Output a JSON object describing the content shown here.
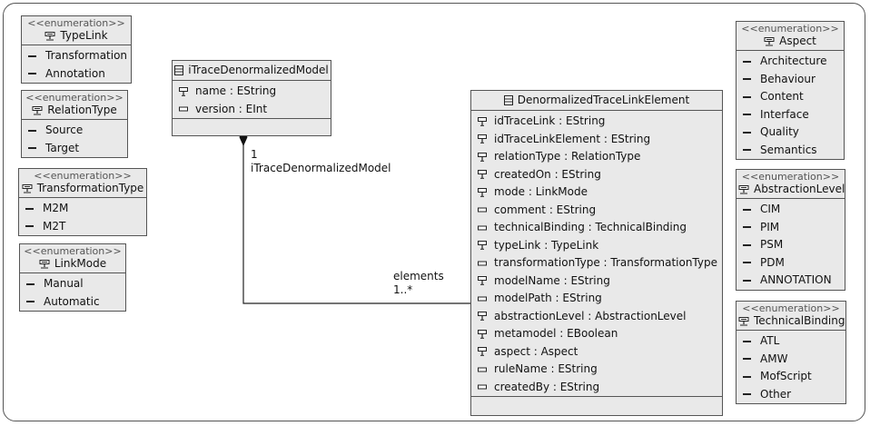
{
  "stereotype": "<<enumeration>>",
  "enums": {
    "typelink": {
      "name": "TypeLink",
      "literals": [
        "Transformation",
        "Annotation"
      ]
    },
    "relationtype": {
      "name": "RelationType",
      "literals": [
        "Source",
        "Target"
      ]
    },
    "transformationtype": {
      "name": "TransformationType",
      "literals": [
        "M2M",
        "M2T"
      ]
    },
    "linkmode": {
      "name": "LinkMode",
      "literals": [
        "Manual",
        "Automatic"
      ]
    },
    "aspect": {
      "name": "Aspect",
      "literals": [
        "Architecture",
        "Behaviour",
        "Content",
        "Interface",
        "Quality",
        "Semantics"
      ]
    },
    "abstractionlevel": {
      "name": "AbstractionLevel",
      "literals": [
        "CIM",
        "PIM",
        "PSM",
        "PDM",
        "ANNOTATION"
      ]
    },
    "technicalbinding": {
      "name": "TechnicalBinding",
      "literals": [
        "ATL",
        "AMW",
        "MofScript",
        "Other"
      ]
    }
  },
  "model": {
    "name": "iTraceDenormalizedModel",
    "attributes": [
      {
        "text": "name : EString",
        "icon": "id-attribute-icon"
      },
      {
        "text": "version : EInt",
        "icon": "attribute-icon"
      }
    ]
  },
  "element": {
    "name": "DenormalizedTraceLinkElement",
    "attributes": [
      {
        "text": "idTraceLink : EString",
        "icon": "id-attribute-icon"
      },
      {
        "text": "idTraceLinkElement : EString",
        "icon": "id-attribute-icon"
      },
      {
        "text": "relationType : RelationType",
        "icon": "id-attribute-icon"
      },
      {
        "text": "createdOn : EString",
        "icon": "id-attribute-icon"
      },
      {
        "text": "mode : LinkMode",
        "icon": "id-attribute-icon"
      },
      {
        "text": "comment : EString",
        "icon": "attribute-icon"
      },
      {
        "text": "technicalBinding : TechnicalBinding",
        "icon": "attribute-icon"
      },
      {
        "text": "typeLink : TypeLink",
        "icon": "id-attribute-icon"
      },
      {
        "text": "transformationType : TransformationType",
        "icon": "attribute-icon"
      },
      {
        "text": "modelName : EString",
        "icon": "id-attribute-icon"
      },
      {
        "text": "modelPath : EString",
        "icon": "attribute-icon"
      },
      {
        "text": "abstractionLevel : AbstractionLevel",
        "icon": "id-attribute-icon"
      },
      {
        "text": "metamodel : EBoolean",
        "icon": "id-attribute-icon"
      },
      {
        "text": "aspect : Aspect",
        "icon": "id-attribute-icon"
      },
      {
        "text": "ruleName : EString",
        "icon": "attribute-icon"
      },
      {
        "text": "createdBy : EString",
        "icon": "attribute-icon"
      }
    ]
  },
  "association": {
    "source_multiplicity": "1",
    "source_role": "iTraceDenormalizedModel",
    "target_role": "elements",
    "target_multiplicity": "1..*"
  }
}
